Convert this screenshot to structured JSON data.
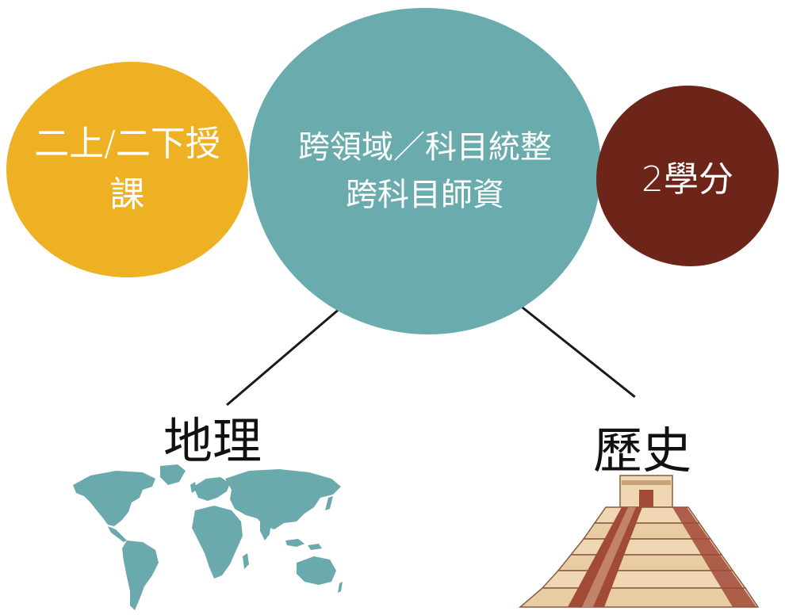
{
  "colors": {
    "left_circle": "#EDB123",
    "center_circle": "#6AABAD",
    "right_circle": "#6E2519",
    "map": "#6AA9AC",
    "pyramid_light": "#EFD7B3",
    "pyramid_dark": "#A24A38"
  },
  "circles": {
    "left": {
      "line1": "二上/二下授",
      "line2": "課"
    },
    "center": {
      "line1": "跨領域／科目統整",
      "line2": "跨科目師資"
    },
    "right": {
      "text": "2學分"
    }
  },
  "topics": {
    "geography": {
      "label": "地理",
      "icon": "world-map-icon"
    },
    "history": {
      "label": "歷史",
      "icon": "pyramid-icon"
    }
  }
}
